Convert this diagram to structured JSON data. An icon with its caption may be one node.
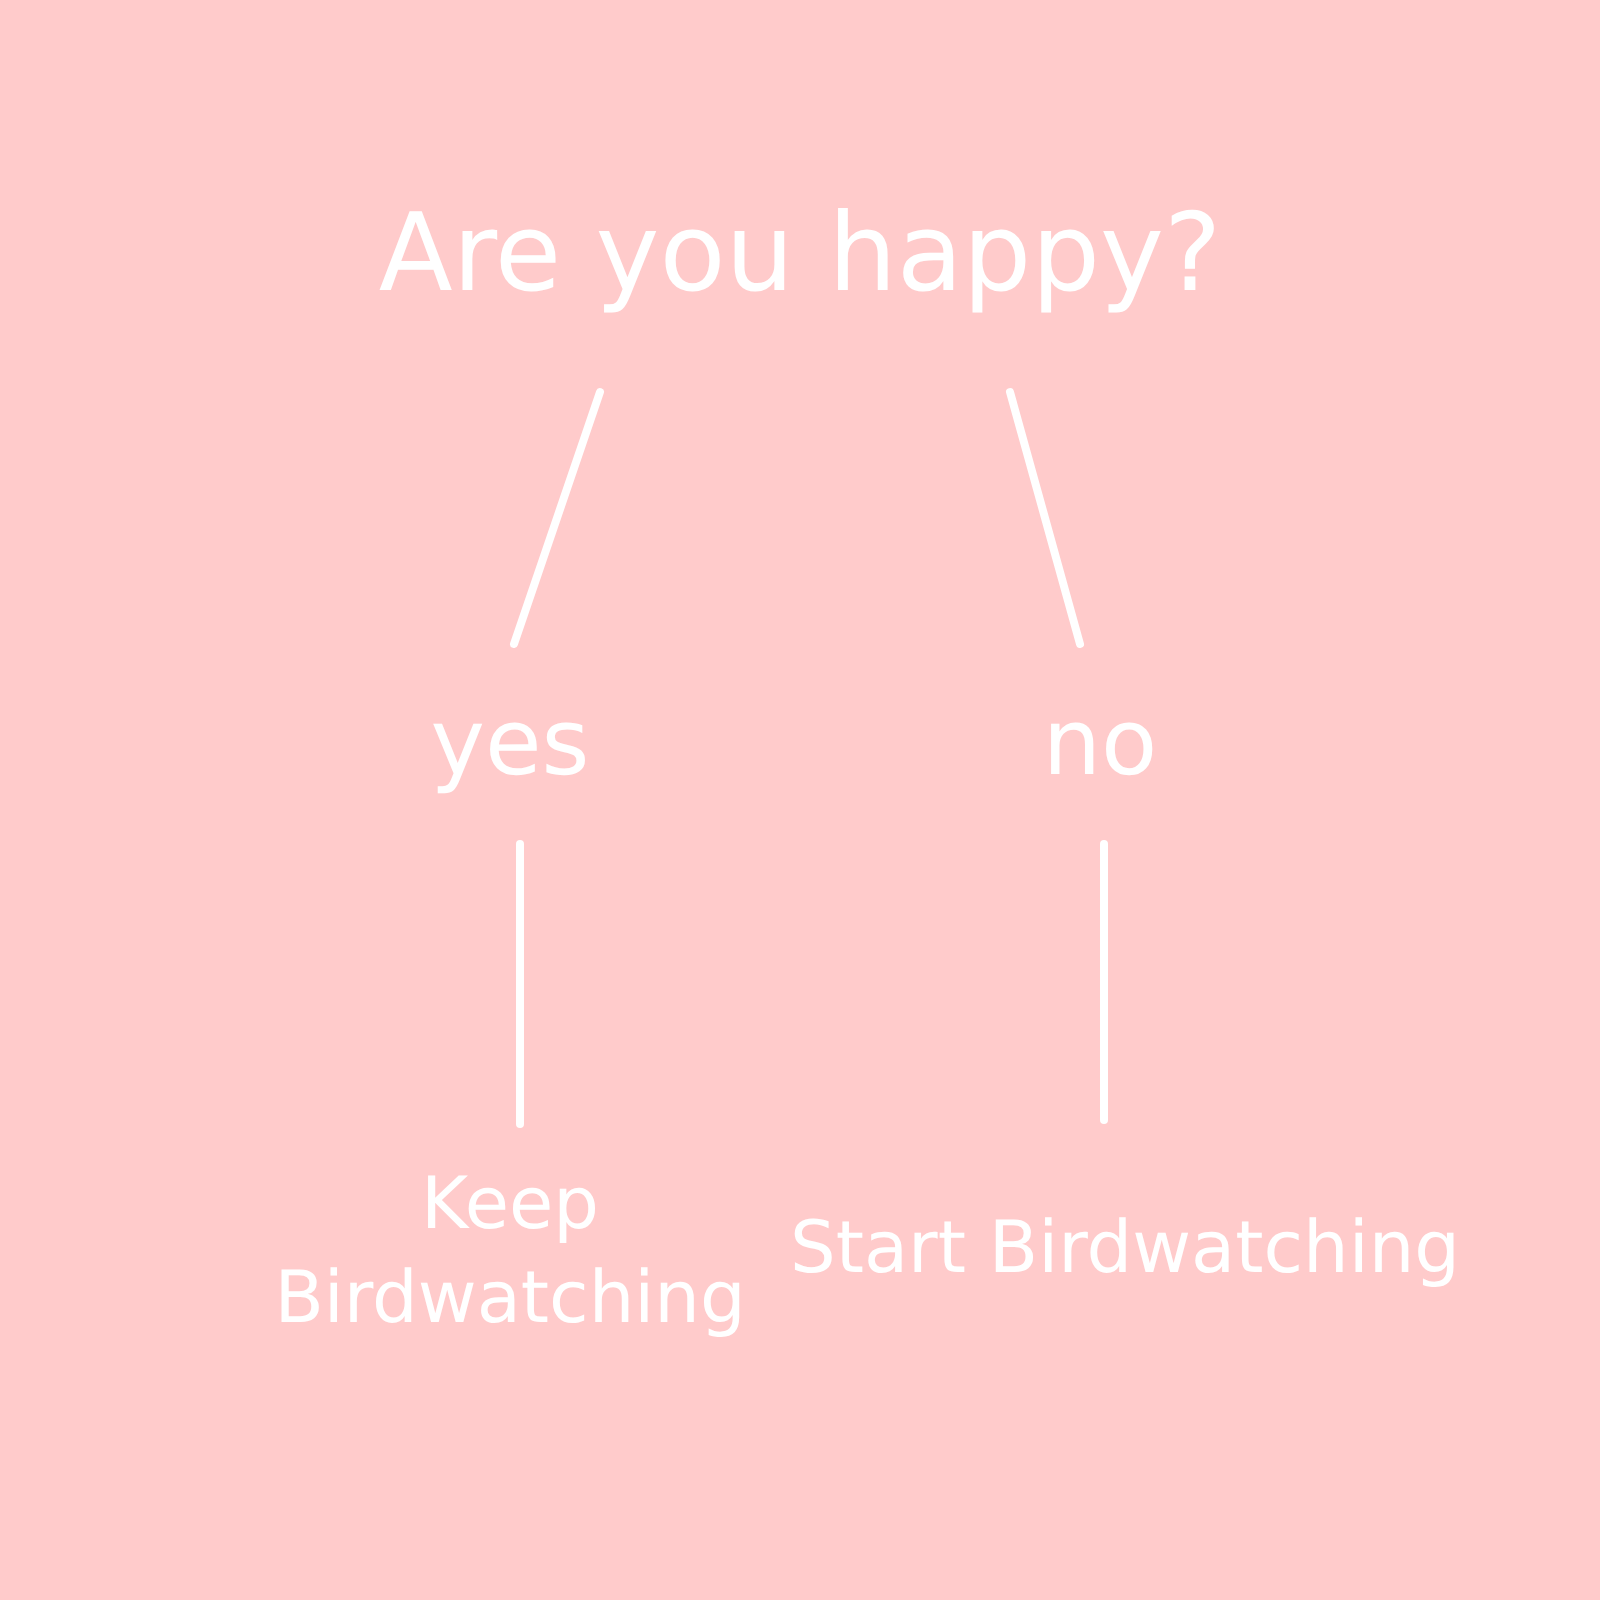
{
  "diagram": {
    "nodes": [
      {
        "text": [
          "Are you happy?"
        ]
      },
      {
        "text": [
          "yes"
        ]
      },
      {
        "text": [
          "no"
        ]
      },
      {
        "text": [
          "Keep Birdwatching"
        ]
      },
      {
        "text": [
          "Start Birdwatching"
        ]
      }
    ],
    "edges": [
      {
        "from": 0,
        "to": 1,
        "arrow": "none"
      },
      {
        "from": 0,
        "to": 2,
        "arrow": "none"
      },
      {
        "from": 1,
        "to": 3,
        "arrow": "none"
      },
      {
        "from": 2,
        "to": 4,
        "arrow": "none"
      }
    ]
  }
}
